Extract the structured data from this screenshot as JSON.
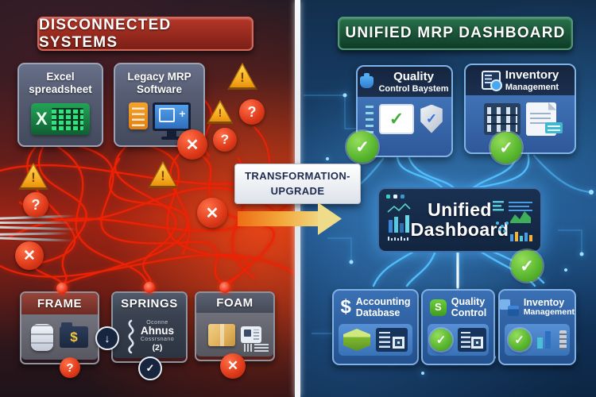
{
  "colors": {
    "left_accent": "#c23315",
    "right_accent": "#2f86d6",
    "alert_red": "#d8301b",
    "warning_yellow": "#f5a81c",
    "success_green": "#56b32e",
    "divider_white": "#f2f5f8"
  },
  "markers": {
    "x": "✕",
    "question": "?",
    "warning": "!",
    "check": "✓",
    "arrow_down": "↓"
  },
  "left": {
    "title": "DISCONNECTED SYSTEMS",
    "excel_box": {
      "line1": "Excel",
      "line2": "spreadsheet",
      "icon_letter": "X"
    },
    "legacy_box": {
      "line1": "Legacy MRP",
      "line2": "Software",
      "monitor_glyph": "+"
    },
    "frame_box": {
      "label": "FRAME",
      "dollar": "$"
    },
    "springs_box": {
      "label": "SPRINGS",
      "tiny_top": "Oconne",
      "word": "Ahnus",
      "tiny_bottom": "Cossrsnano",
      "sub": "(2)"
    },
    "foam_box": {
      "label": "FOAM"
    }
  },
  "center": {
    "label_line1": "TRANSFORMATION-",
    "label_line2": "UPGRADE"
  },
  "right": {
    "title": "UNIFIED MRP DASHBOARD",
    "quality_top_box": {
      "line1": "Quality",
      "line2": "Control Baystem"
    },
    "inventory_top_box": {
      "line1": "Inventory",
      "line2": "Management"
    },
    "dashboard_box": {
      "line1": "Unified",
      "line2": "Dashboard"
    },
    "accounting_box": {
      "line1": "Accounting",
      "line2": "Database",
      "dollar": "$"
    },
    "quality_bottom_box": {
      "line1": "Quality",
      "line2": "Control",
      "badge": "S"
    },
    "inventory_bottom_box": {
      "line1": "Inventoy",
      "line2": "Management"
    }
  }
}
